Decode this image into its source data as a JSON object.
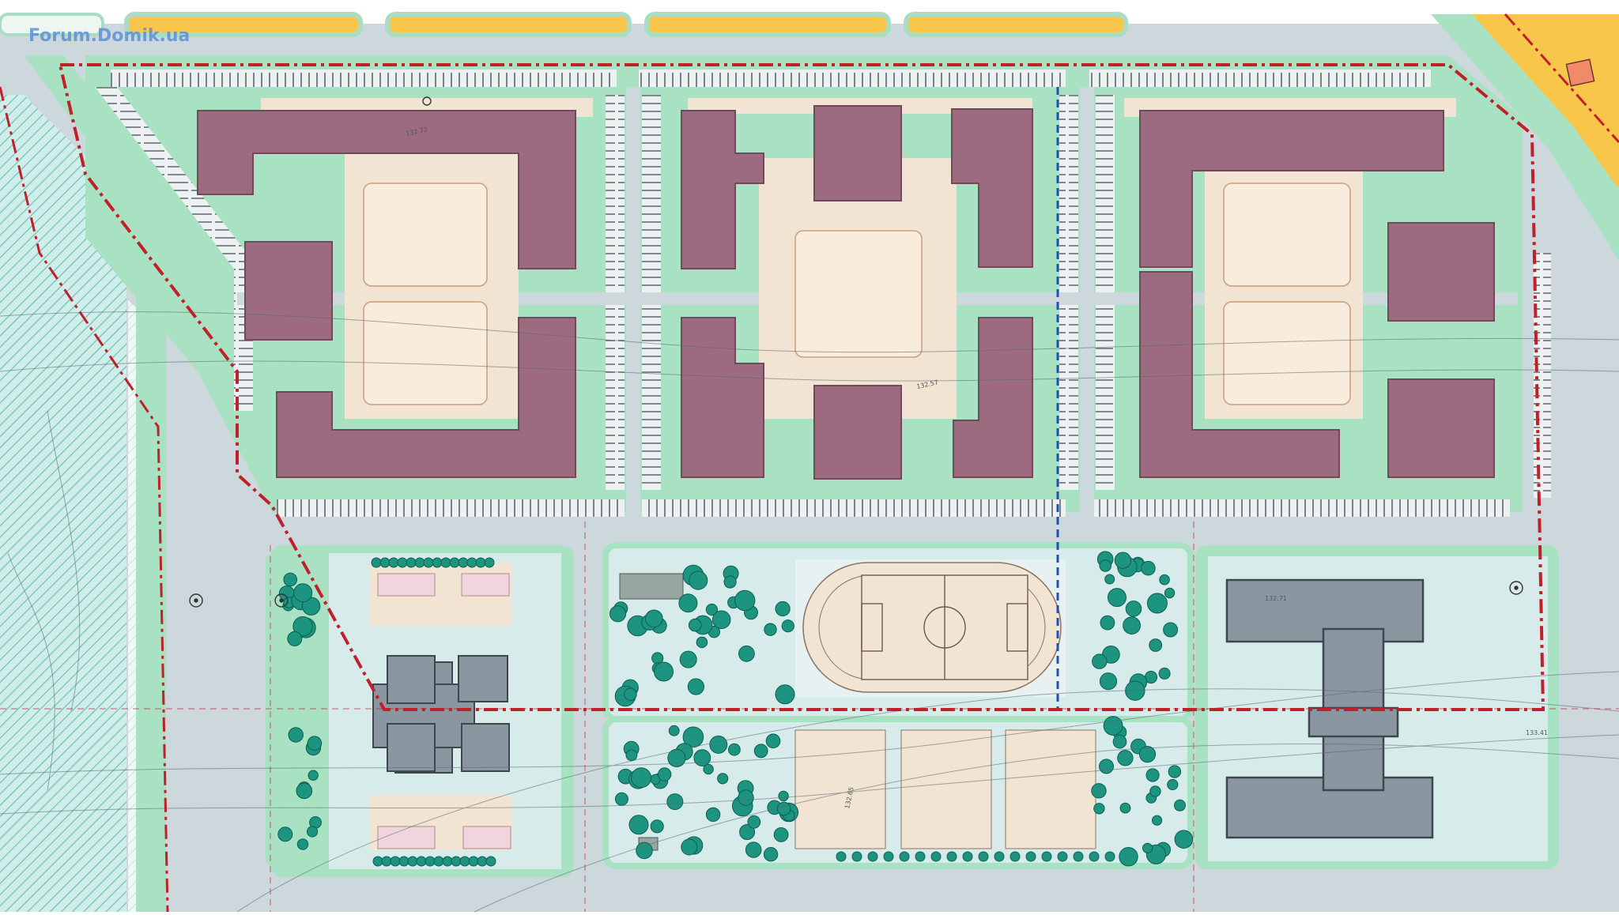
{
  "watermark": "Forum.Domik.ua",
  "annotations": {
    "elev_top_block_1": "132.72",
    "elev_center_block": "132.57",
    "elev_school": "132.71",
    "elev_sports": "132.65",
    "elev_school_side": "133.41"
  },
  "colors": {
    "paper": "#ffffff",
    "road": "#cdd8dc",
    "courtyard": "#f1e4d2",
    "lawn": "#a9e2c3",
    "building": "#9c6b80",
    "building_edge": "#6e4a5a",
    "school": "#8a97a0",
    "school_edge": "#3e474d",
    "tree": "#1d9480",
    "tree_edge": "#0c5f52",
    "boundary_red": "#c0202a",
    "dash_blue": "#1f4fb8",
    "adjacent_yellow": "#f7c64a",
    "hatch_teal": "#8fcfc8"
  },
  "icons": [
    "hatched-zone",
    "sports-field-icon",
    "tree-icon",
    "building-icon",
    "school-icon",
    "survey-point-icon"
  ]
}
